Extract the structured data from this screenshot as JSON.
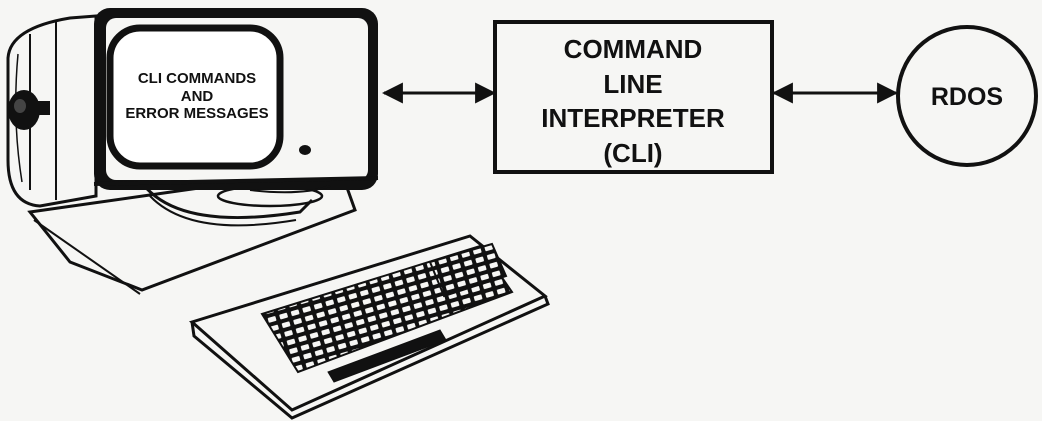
{
  "diagram": {
    "terminal": {
      "screen_lines": [
        "CLI COMMANDS",
        "AND",
        "ERROR MESSAGES"
      ]
    },
    "interpreter_box": {
      "lines": [
        "COMMAND",
        "LINE",
        "INTERPRETER",
        "(CLI)"
      ]
    },
    "os_circle": {
      "label": "RDOS"
    },
    "connectors": [
      {
        "from": "terminal",
        "to": "interpreter_box",
        "direction": "bidirectional"
      },
      {
        "from": "interpreter_box",
        "to": "os_circle",
        "direction": "bidirectional"
      }
    ],
    "colors": {
      "ink": "#111111",
      "paper": "#f6f6f4",
      "screen": "#ffffff"
    }
  }
}
